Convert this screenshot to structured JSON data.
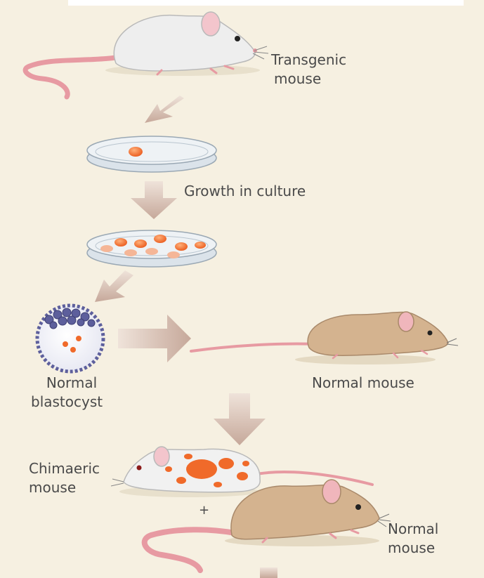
{
  "labels": {
    "transgenic_mouse": [
      "Transgenic",
      "mouse"
    ],
    "growth_in_culture": "Growth in culture",
    "normal_blastocyst": [
      "Normal",
      "blastocyst"
    ],
    "normal_mouse_right": "Normal mouse",
    "chimaeric_mouse": [
      "Chimaeric",
      "mouse"
    ],
    "plus_sign": "+",
    "normal_mouse_bottom": [
      "Normal",
      "mouse"
    ]
  },
  "colors": {
    "background": "#f6f0e1",
    "arrow": "#c9ada0",
    "white_mouse": "#eeeeee",
    "tan_mouse": "#d4b38f",
    "pink_tail": "#e79aa2",
    "orange_cell": "#f06a2a",
    "blastocyst_cells": "#5d5f9c",
    "dish": "#dde4ea"
  },
  "icons": [
    "mouse-icon",
    "petri-dish-icon",
    "blastocyst-icon",
    "arrow-icon"
  ]
}
